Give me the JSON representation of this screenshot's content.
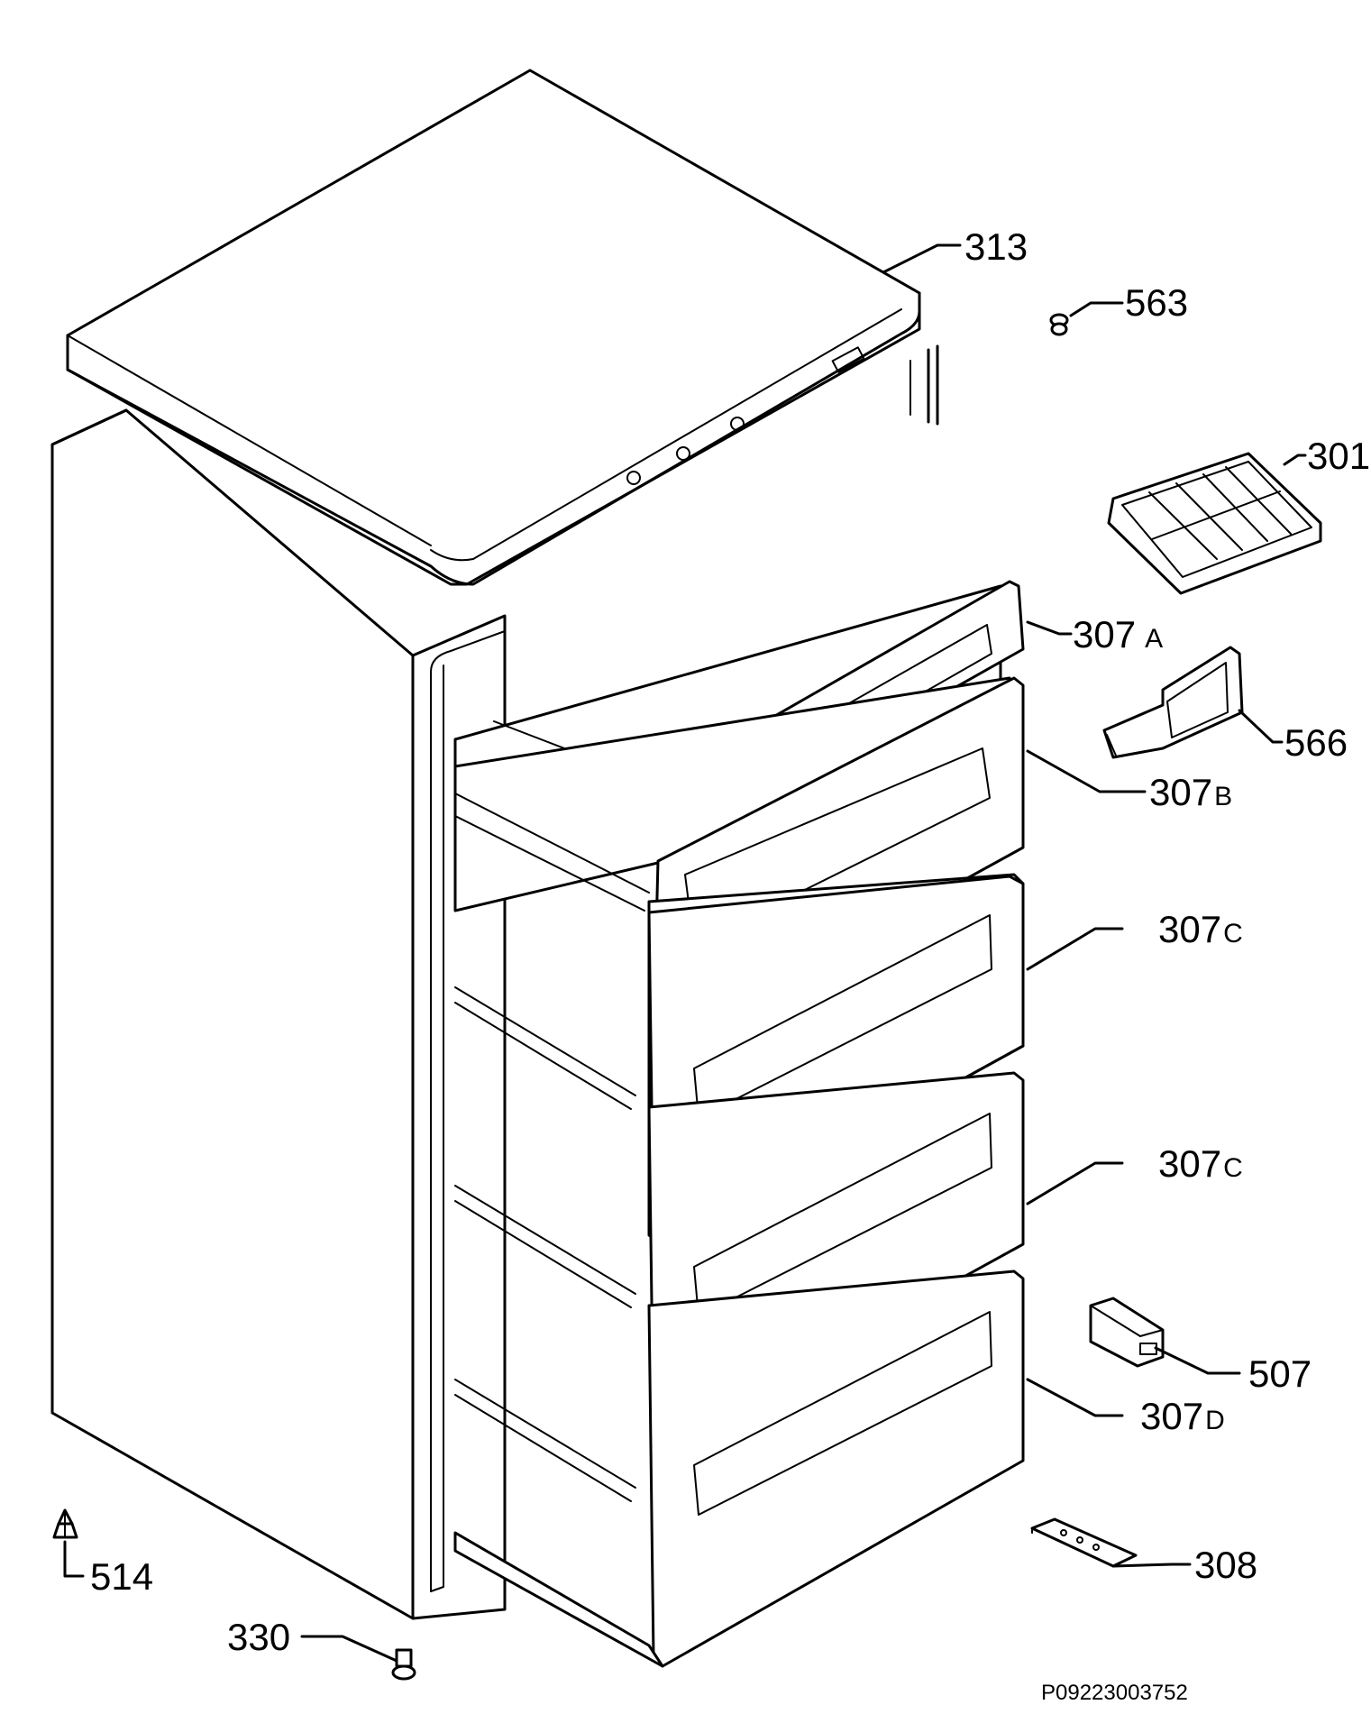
{
  "callouts": [
    {
      "id": "c313",
      "main": "313",
      "sub": ""
    },
    {
      "id": "c563",
      "main": "563",
      "sub": ""
    },
    {
      "id": "c301",
      "main": "301",
      "sub": ""
    },
    {
      "id": "c307a",
      "main": "307",
      "sub": "A"
    },
    {
      "id": "c566",
      "main": "566",
      "sub": ""
    },
    {
      "id": "c307b",
      "main": "307",
      "sub": "B"
    },
    {
      "id": "c307c1",
      "main": "307",
      "sub": "C"
    },
    {
      "id": "c307c2",
      "main": "307",
      "sub": "C"
    },
    {
      "id": "c507",
      "main": "507",
      "sub": ""
    },
    {
      "id": "c307d",
      "main": "307",
      "sub": "D"
    },
    {
      "id": "c308",
      "main": "308",
      "sub": ""
    },
    {
      "id": "c514",
      "main": "514",
      "sub": ""
    },
    {
      "id": "c330",
      "main": "330",
      "sub": ""
    }
  ],
  "drawing_code": "P09223003752"
}
